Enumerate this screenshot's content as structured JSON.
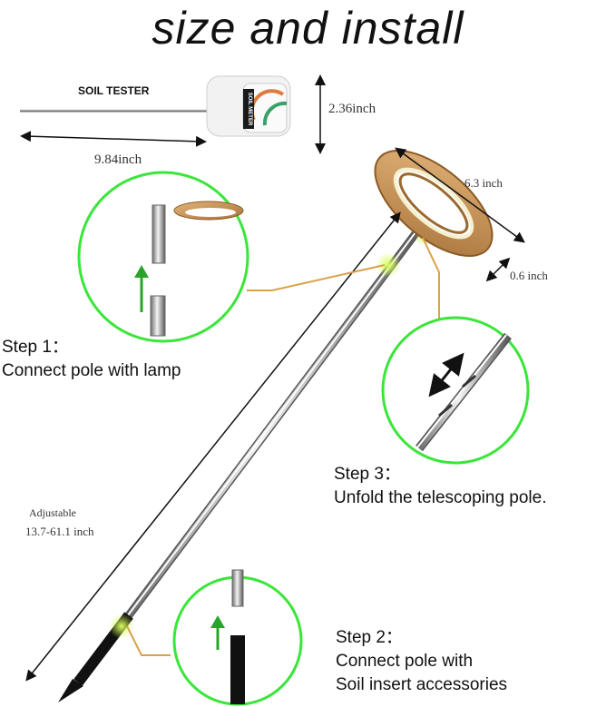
{
  "title": "size and install",
  "soil_tester": {
    "label": "SOIL TESTER",
    "meter_text": "SOIL METER",
    "height_dim": "2.36inch",
    "length_dim": "9.84inch"
  },
  "lamp": {
    "diameter_dim": "6.3 inch",
    "thickness_dim": "0.6 inch"
  },
  "pole": {
    "adjustable_label": "Adjustable",
    "range_dim": "13.7-61.1 inch"
  },
  "steps": [
    {
      "title": "Step 1：",
      "text": "Connect pole with lamp"
    },
    {
      "title": "Step 2：",
      "lines": [
        "Connect pole with",
        "Soil insert accessories"
      ]
    },
    {
      "title": "Step 3：",
      "text": "Unfold the telescoping pole."
    }
  ],
  "colors": {
    "accent_green": "#39e639",
    "connector": "#d9a24a",
    "wood": "#c8924f"
  }
}
